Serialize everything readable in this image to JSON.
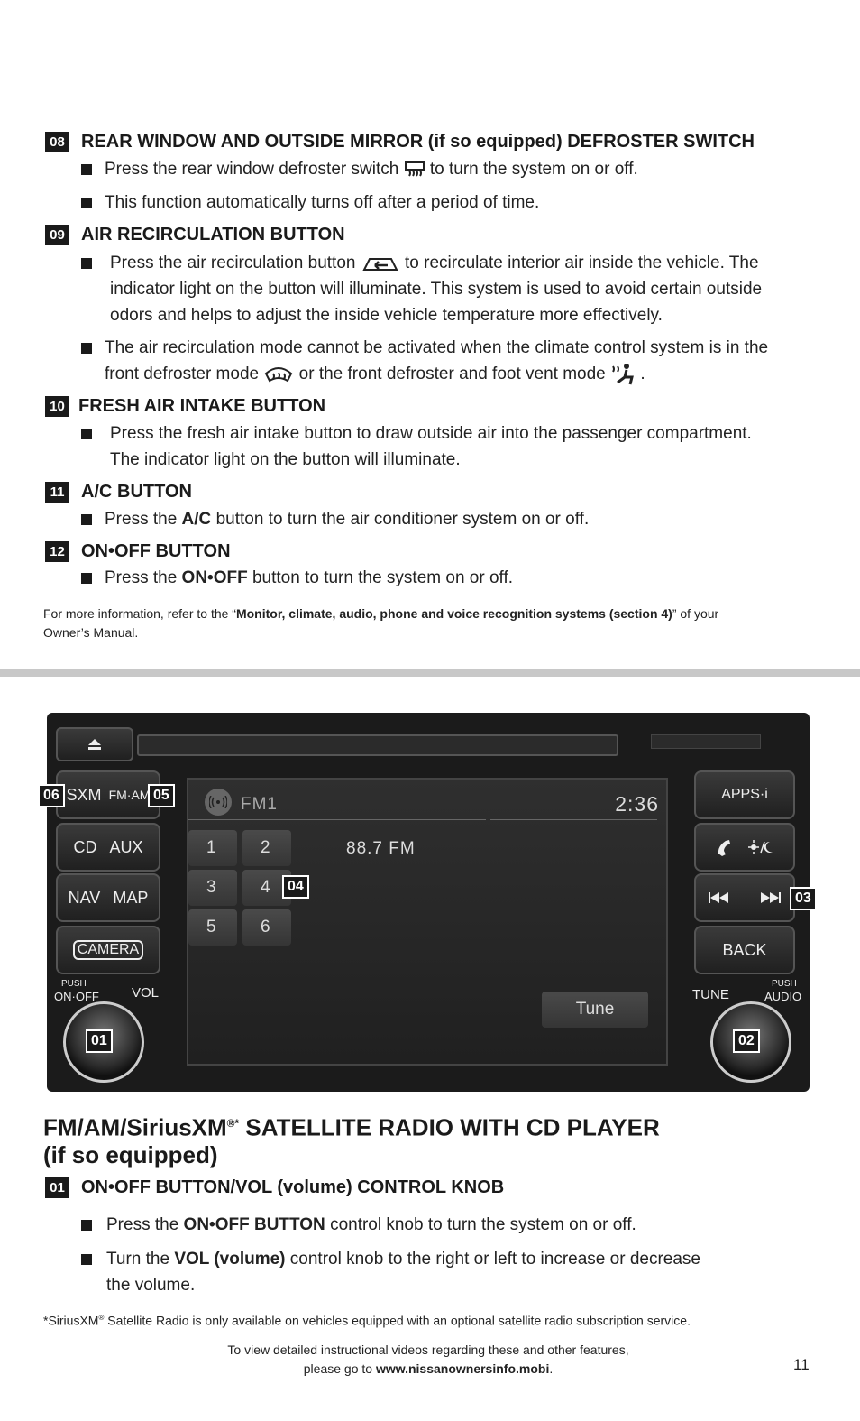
{
  "sec08": {
    "num": "08",
    "title": "REAR WINDOW AND OUTSIDE MIRROR (if so equipped) DEFROSTER SWITCH",
    "b1_pre": "Press the rear window defroster switch",
    "b1_post": "to turn the system on or off.",
    "b2": "This function automatically turns off after a period of time."
  },
  "sec09": {
    "num": "09",
    "title": "AIR RECIRCULATION BUTTON",
    "b1_pre": "Press the air recirculation button",
    "b1_post": "to recirculate interior air inside the vehicle. The",
    "b1_l2": "indicator light on the button will illuminate. This system is used to avoid certain outside",
    "b1_l3": "odors and helps to adjust the inside vehicle temperature more effectively.",
    "b2_l1": "The air recirculation mode cannot be activated when the climate control system is in the",
    "b2_l2_pre": "front defroster mode",
    "b2_l2_mid": "or the front defroster and foot vent mode",
    "b2_l2_post": "."
  },
  "sec10": {
    "num": "10",
    "title": "FRESH AIR INTAKE BUTTON",
    "b1_l1": "Press the fresh air intake button to draw outside air into the passenger compartment.",
    "b1_l2": "The indicator light on the button will illuminate."
  },
  "sec11": {
    "num": "11",
    "title": "A/C BUTTON",
    "b1_pre": "Press the",
    "b1_bold": "A/C",
    "b1_post": "button to turn the air conditioner system on or off."
  },
  "sec12": {
    "num": "12",
    "title": "ON•OFF BUTTON",
    "b1_pre": "Press the",
    "b1_bold": "ON•OFF",
    "b1_post": "button to turn the system on or off."
  },
  "info": {
    "pre": "For more information, refer to the “",
    "bold": "Monitor, climate, audio, phone and voice recognition systems (section 4)",
    "post": "” of your",
    "l2": "Owner’s Manual."
  },
  "radio": {
    "left_buttons": [
      {
        "a": "SXM",
        "b": "FM·AM"
      },
      {
        "a": "CD",
        "b": "AUX"
      },
      {
        "a": "NAV",
        "b": "MAP"
      },
      {
        "a": "CAMERA",
        "b": ""
      }
    ],
    "right_buttons": {
      "apps": "APPS·i",
      "back": "BACK"
    },
    "push_onoff": "PUSH",
    "onoff": "ON·OFF",
    "vol": "VOL",
    "tune": "TUNE",
    "push_audio": "PUSH",
    "audio": "AUDIO",
    "band": "FM1",
    "clock": "2:36",
    "station": "88.7 FM",
    "tune_btn": "Tune",
    "presets": [
      "1",
      "2",
      "3",
      "4",
      "5",
      "6"
    ],
    "callouts": {
      "c01": "01",
      "c02": "02",
      "c03": "03",
      "c04": "04",
      "c05": "05",
      "c06": "06"
    }
  },
  "heading": {
    "l1_pre": "FM/AM/SiriusXM",
    "sup": "®*",
    "l1_post": " SATELLITE RADIO WITH CD PLAYER",
    "l2": "(if so equipped)"
  },
  "sec01": {
    "num": "01",
    "title": "ON•OFF BUTTON/VOL (volume) CONTROL KNOB",
    "b1_pre": "Press the",
    "b1_bold": "ON•OFF BUTTON",
    "b1_post": "control knob to turn the system on or off.",
    "b2_pre": "Turn the",
    "b2_bold": "VOL (volume)",
    "b2_post": "control knob to the right or left to increase or decrease",
    "b2_l2": "the volume."
  },
  "footnote": {
    "pre": "*SiriusXM",
    "sup": "®",
    "post": " Satellite Radio is only available on vehicles equipped with an optional satellite radio subscription service."
  },
  "footer": {
    "l1": "To view detailed instructional videos regarding these and other features,",
    "l2_pre": "please go to ",
    "l2_bold": "www.nissanownersinfo.mobi",
    "l2_post": ".",
    "page": "11"
  }
}
